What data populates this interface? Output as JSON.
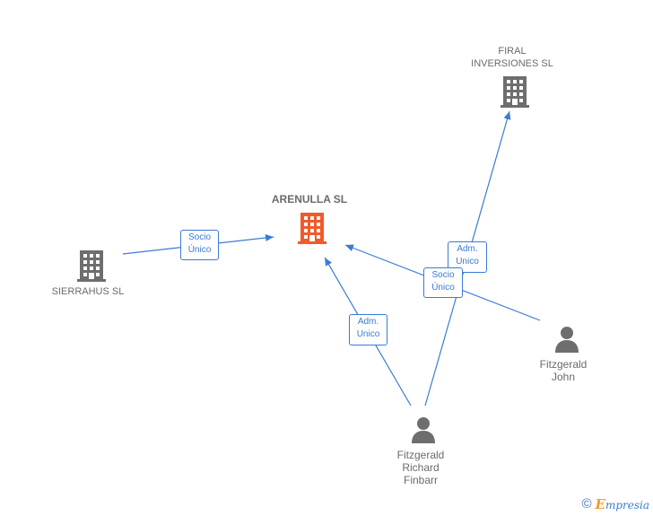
{
  "nodes": {
    "arenulla": {
      "lines": [
        "ARENULLA SL"
      ],
      "type": "company",
      "color": "#f15a2b"
    },
    "firal": {
      "lines": [
        "FIRAL",
        "INVERSIONES SL"
      ],
      "type": "company",
      "color": "#6e6e6e"
    },
    "sierrahus": {
      "lines": [
        "SIERRAHUS SL"
      ],
      "type": "company",
      "color": "#6e6e6e"
    },
    "fitzgerald_john": {
      "lines": [
        "Fitzgerald",
        "John"
      ],
      "type": "person",
      "color": "#6e6e6e"
    },
    "fitzgerald_richard": {
      "lines": [
        "Fitzgerald",
        "Richard",
        "Finbarr"
      ],
      "type": "person",
      "color": "#6e6e6e"
    }
  },
  "edges": {
    "sierrahus_arenulla": {
      "lines": [
        "Socio",
        "Único"
      ]
    },
    "richard_arenulla": {
      "lines": [
        "Adm.",
        "Unico"
      ]
    },
    "richard_firal": {
      "lines": [
        "Adm.",
        "Unico"
      ]
    },
    "john_arenulla": {
      "lines": [
        "Socio",
        "Único"
      ]
    }
  },
  "colors": {
    "edge": "#3a7bd5",
    "accent": "#f15a2b",
    "neutral": "#6e6e6e"
  },
  "footer": {
    "copyright": "©",
    "brand_first": "E",
    "brand_rest": "mpresia"
  }
}
